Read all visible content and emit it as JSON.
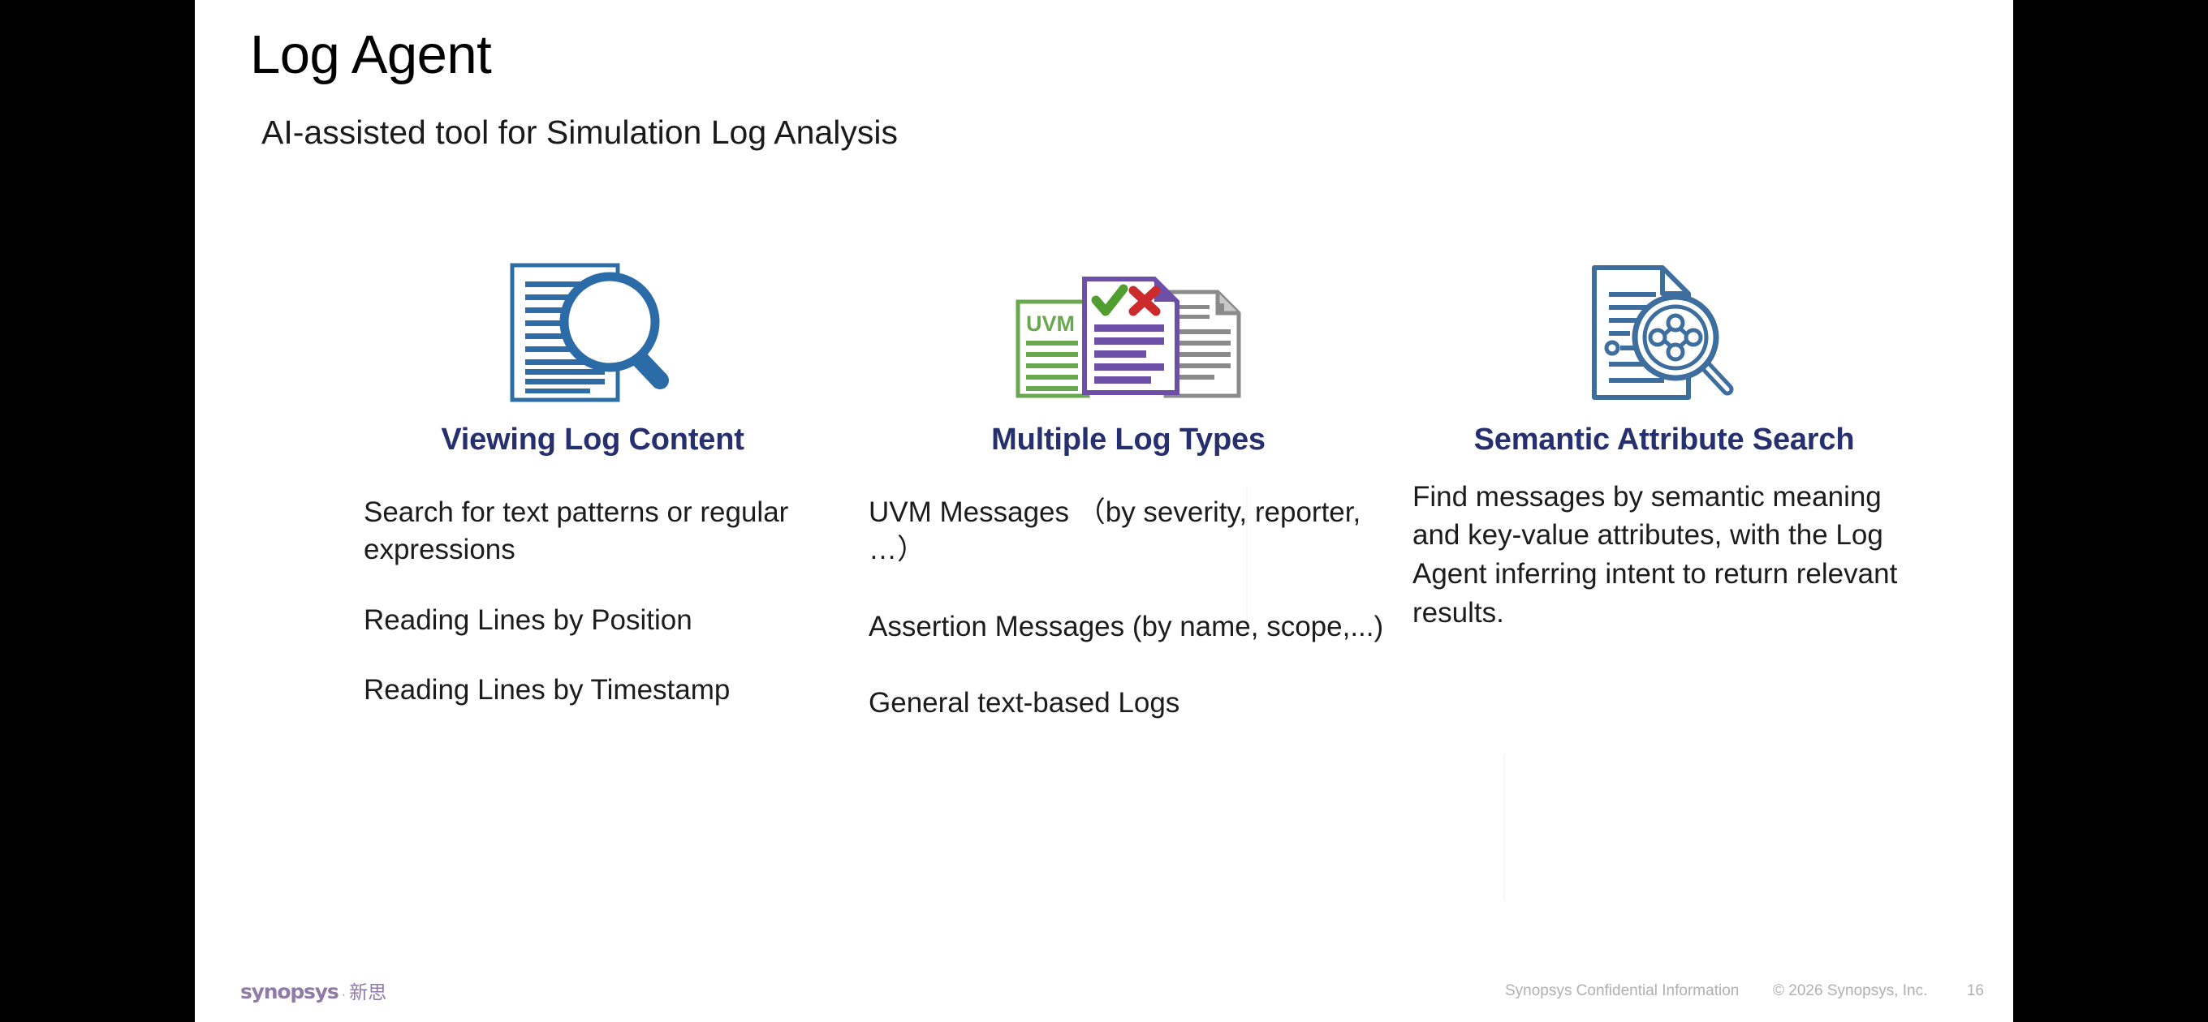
{
  "slide": {
    "title": "Log Agent",
    "subtitle": "AI-assisted tool for Simulation Log Analysis",
    "heading_color": "#27306e",
    "background": "#ffffff",
    "letterbox_color": "#000000"
  },
  "columns": [
    {
      "icon_name": "document-magnifier-icon",
      "heading": "Viewing Log Content",
      "items": [
        "Search for text patterns or regular expressions",
        "Reading Lines by Position",
        "Reading Lines by Timestamp"
      ]
    },
    {
      "icon_name": "multiple-documents-icon",
      "icon_label": "UVM",
      "heading": "Multiple Log Types",
      "items": [
        "UVM Messages （by severity, reporter, …）",
        "Assertion Messages (by name, scope,...)",
        "General text-based Logs"
      ]
    },
    {
      "icon_name": "document-semantic-search-icon",
      "heading": "Semantic Attribute Search",
      "items": [
        "Find messages by semantic meaning and key-value attributes, with the Log Agent inferring intent to return relevant results."
      ]
    }
  ],
  "icon_colors": {
    "blue_dark": "#2e6da4",
    "blue_mid": "#3d7ab5",
    "blue_line": "#2f6ca6",
    "green": "#6aa84f",
    "purple": "#6d4fa8",
    "gray": "#8a8a8a",
    "check_green": "#4f9e2f",
    "cross_red": "#cc2b2b",
    "outline_blue": "#3d6e9e"
  },
  "footer": {
    "logo_word": "synopsys",
    "logo_dot": "·",
    "logo_cjk": "新思",
    "confidential": "Synopsys Confidential Information",
    "copyright": "© 2026 Synopsys, Inc.",
    "page_number": "16"
  }
}
